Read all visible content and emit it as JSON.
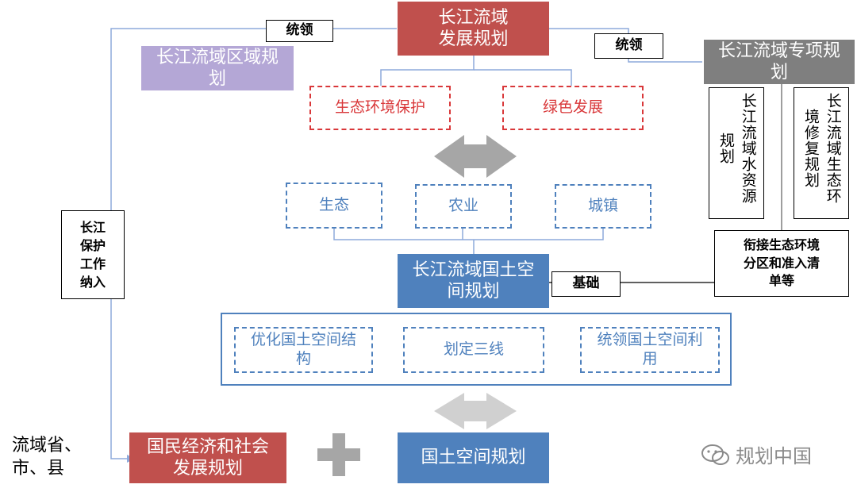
{
  "top": {
    "line1": "长江流域",
    "line2": "发展规划"
  },
  "regional": {
    "line1": "长江流域区域规",
    "line2": "划"
  },
  "special": {
    "line1": "长江流域专项规",
    "line2": "划"
  },
  "special_subs": {
    "water": {
      "col1": "长江流域水资源",
      "col2": "规划"
    },
    "eco": {
      "col1": "长江流域生态环",
      "col2": "境修复规划"
    }
  },
  "labels": {
    "lead_left": "统领",
    "lead_right": "统领",
    "basis": "基础",
    "yangtze_note": [
      "长江",
      "保护",
      "工作",
      "纳入"
    ],
    "connect_note": [
      "衔接生态环境",
      "分区和准入清",
      "单等"
    ]
  },
  "goals": [
    "生态环境保护",
    "绿色发展"
  ],
  "spaces": [
    "生态",
    "农业",
    "城镇"
  ],
  "territorial": {
    "line1": "长江流域国土空",
    "line2": "间规划"
  },
  "functions": [
    {
      "line1": "优化国土空间结",
      "line2": "构"
    },
    {
      "line1": "划定三线",
      "line2": ""
    },
    {
      "line1": "统领国土空间利",
      "line2": "用"
    }
  ],
  "bottom": {
    "economic": {
      "line1": "国民经济和社会",
      "line2": "发展规划"
    },
    "land": "国土空间规划",
    "province": {
      "line1": "流域省、",
      "line2": "市、县"
    }
  },
  "watermark": "规划中国"
}
